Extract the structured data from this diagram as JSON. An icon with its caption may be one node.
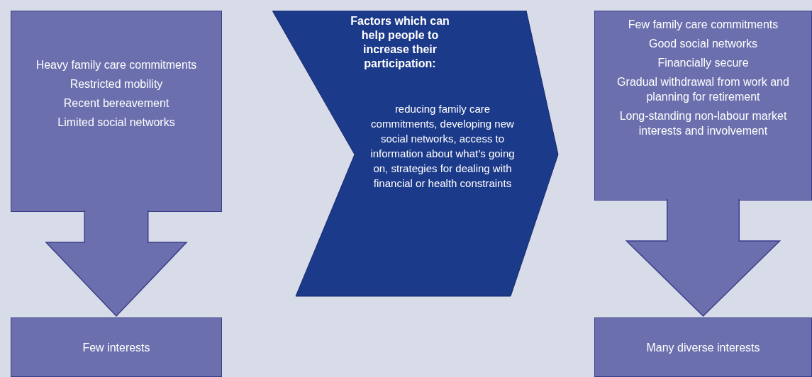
{
  "diagram": {
    "nodes": [
      {
        "text": [
          "Heavy family care commitments",
          "Restricted mobility",
          "Recent bereavement",
          "Limited social networks"
        ]
      },
      {
        "text": [
          "Few interests"
        ]
      },
      {
        "text": [
          "Factors which can help people to increase their participation:",
          "reducing family care commitments, developing new social networks, access to information about what’s going on, strategies for dealing with financial or health constraints"
        ]
      },
      {
        "text": [
          "Few family care commitments",
          "Good social networks",
          "Financially secure",
          "Gradual withdrawal from work and planning for retirement",
          "Long-standing non-labour market interests and involvement"
        ]
      },
      {
        "text": [
          "Many diverse interests"
        ]
      }
    ],
    "edges": [
      {
        "from": 0,
        "to": 1,
        "arrow": "to"
      },
      {
        "from": 3,
        "to": 4,
        "arrow": "to"
      }
    ]
  }
}
